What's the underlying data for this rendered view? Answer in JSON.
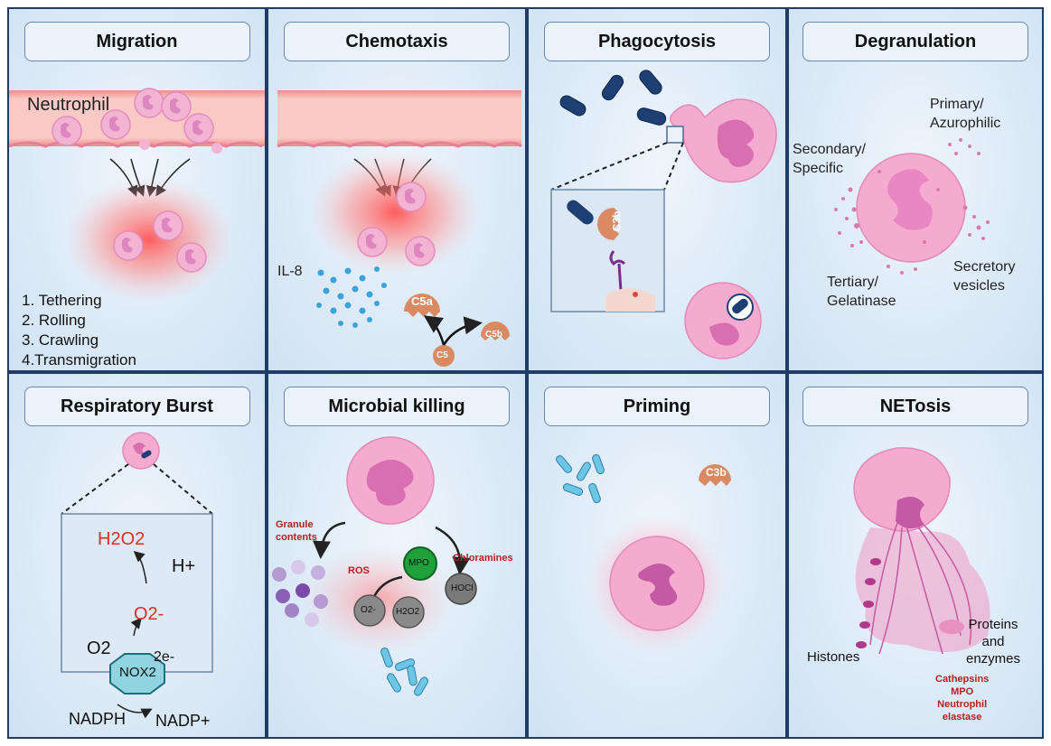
{
  "panels": {
    "migration": {
      "title": "Migration",
      "neutrophil_label": "Neutrophil",
      "steps": [
        "1. Tethering",
        "2. Rolling",
        "3. Crawling",
        "4.Transmigration"
      ]
    },
    "chemotaxis": {
      "title": "Chemotaxis",
      "il8_label": "IL-8",
      "c5a_label": "C5a",
      "c5_label": "C5",
      "c5b_label": "C5b"
    },
    "phagocytosis": {
      "title": "Phagocytosis",
      "c3b_label": "C3b"
    },
    "degranulation": {
      "title": "Degranulation",
      "primary_label": "Primary/\nAzurophilic",
      "secondary_label": "Secondary/\nSpecific",
      "tertiary_label": "Tertiary/\nGelatinase",
      "secretory_label": "Secretory\nvesicles"
    },
    "respiratory_burst": {
      "title": "Respiratory Burst",
      "h2o2_label": "H2O2",
      "hplus_label": "H+",
      "o2minus_label": "O2-",
      "o2_label": "O2",
      "two_e_label": "2e-",
      "nox2_label": "NOX2",
      "nadph_label": "NADPH",
      "nadp_label": "NADP+"
    },
    "microbial_killing": {
      "title": "Microbial killing",
      "granule_label": "Granule\ncontents",
      "ros_label": "ROS",
      "mpo_label": "MPO",
      "chloramines_label": "Chloramines",
      "o2minus_label": "O2-",
      "h2o2_label": "H2O2",
      "hocl_label": "HOCl"
    },
    "priming": {
      "title": "Priming",
      "c3b_label": "C3b"
    },
    "netosis": {
      "title": "NETosis",
      "histones_label": "Histones",
      "proteins_label": "Proteins\nand\nenzymes",
      "enzymes_list": "Cathepsins\nMPO\nNeutrophil\nelastase"
    }
  },
  "colors": {
    "border": "#1f3d66",
    "vessel": "#f4b8b8",
    "cell": "#f3a9cf",
    "nucleus": "#d870b3",
    "bacteria": "#1d3f73",
    "bacteria_light": "#5ab0d6",
    "red_text": "#d93025",
    "dark_red_text": "#b22222",
    "complement": "#d98a62"
  }
}
